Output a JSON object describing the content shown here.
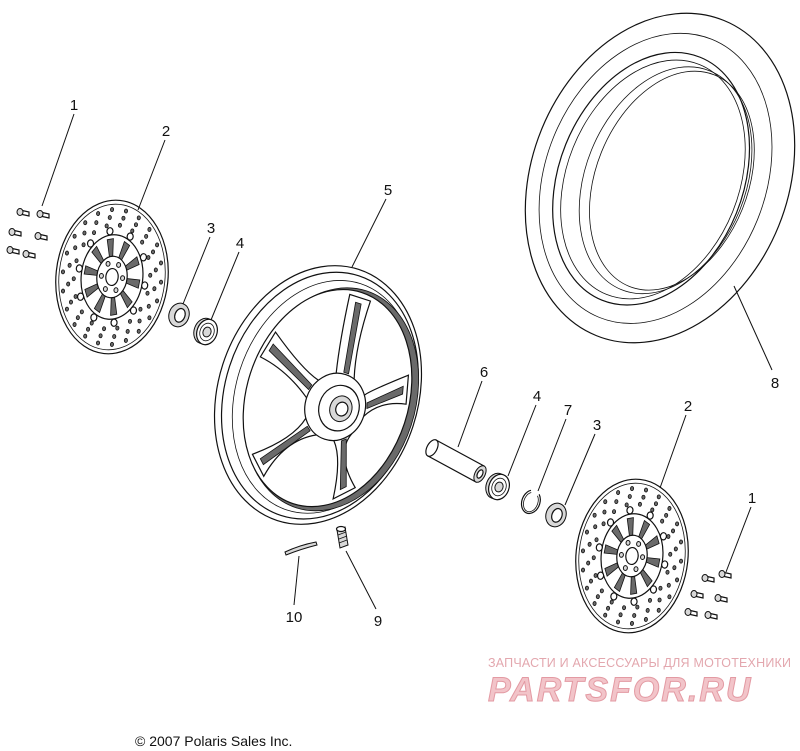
{
  "callouts": [
    "1",
    "2",
    "3",
    "4",
    "5",
    "6",
    "4",
    "7",
    "3",
    "2",
    "1",
    "8",
    "10",
    "9"
  ],
  "copyright": "© 2007 Polaris Sales Inc.",
  "watermark": {
    "subtitle": "ЗАПЧАСТИ И АКСЕССУАРЫ ДЛЯ МОТОТЕХНИКИ",
    "logo": "PARTSFOR.RU",
    "color": "#e8a0a8"
  },
  "line_color": "#111111",
  "background": "#ffffff"
}
